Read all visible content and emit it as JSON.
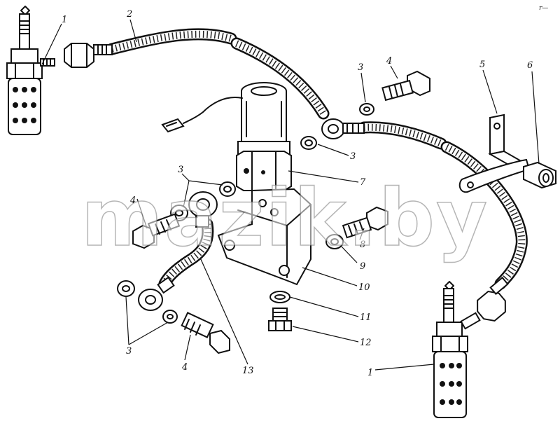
{
  "watermark": "mazik.by",
  "corner_mark": "r—",
  "callouts": {
    "c1_top": "1",
    "c2": "2",
    "c3_a": "3",
    "c4_a": "4",
    "c5": "5",
    "c6": "6",
    "c3_b": "3",
    "c3_c": "3",
    "c7": "7",
    "c4_b": "4",
    "c8": "8",
    "c9": "9",
    "c10": "10",
    "c11": "11",
    "c12": "12",
    "c3_d": "3",
    "c4_c": "4",
    "c13": "13",
    "c1_bottom": "1"
  }
}
